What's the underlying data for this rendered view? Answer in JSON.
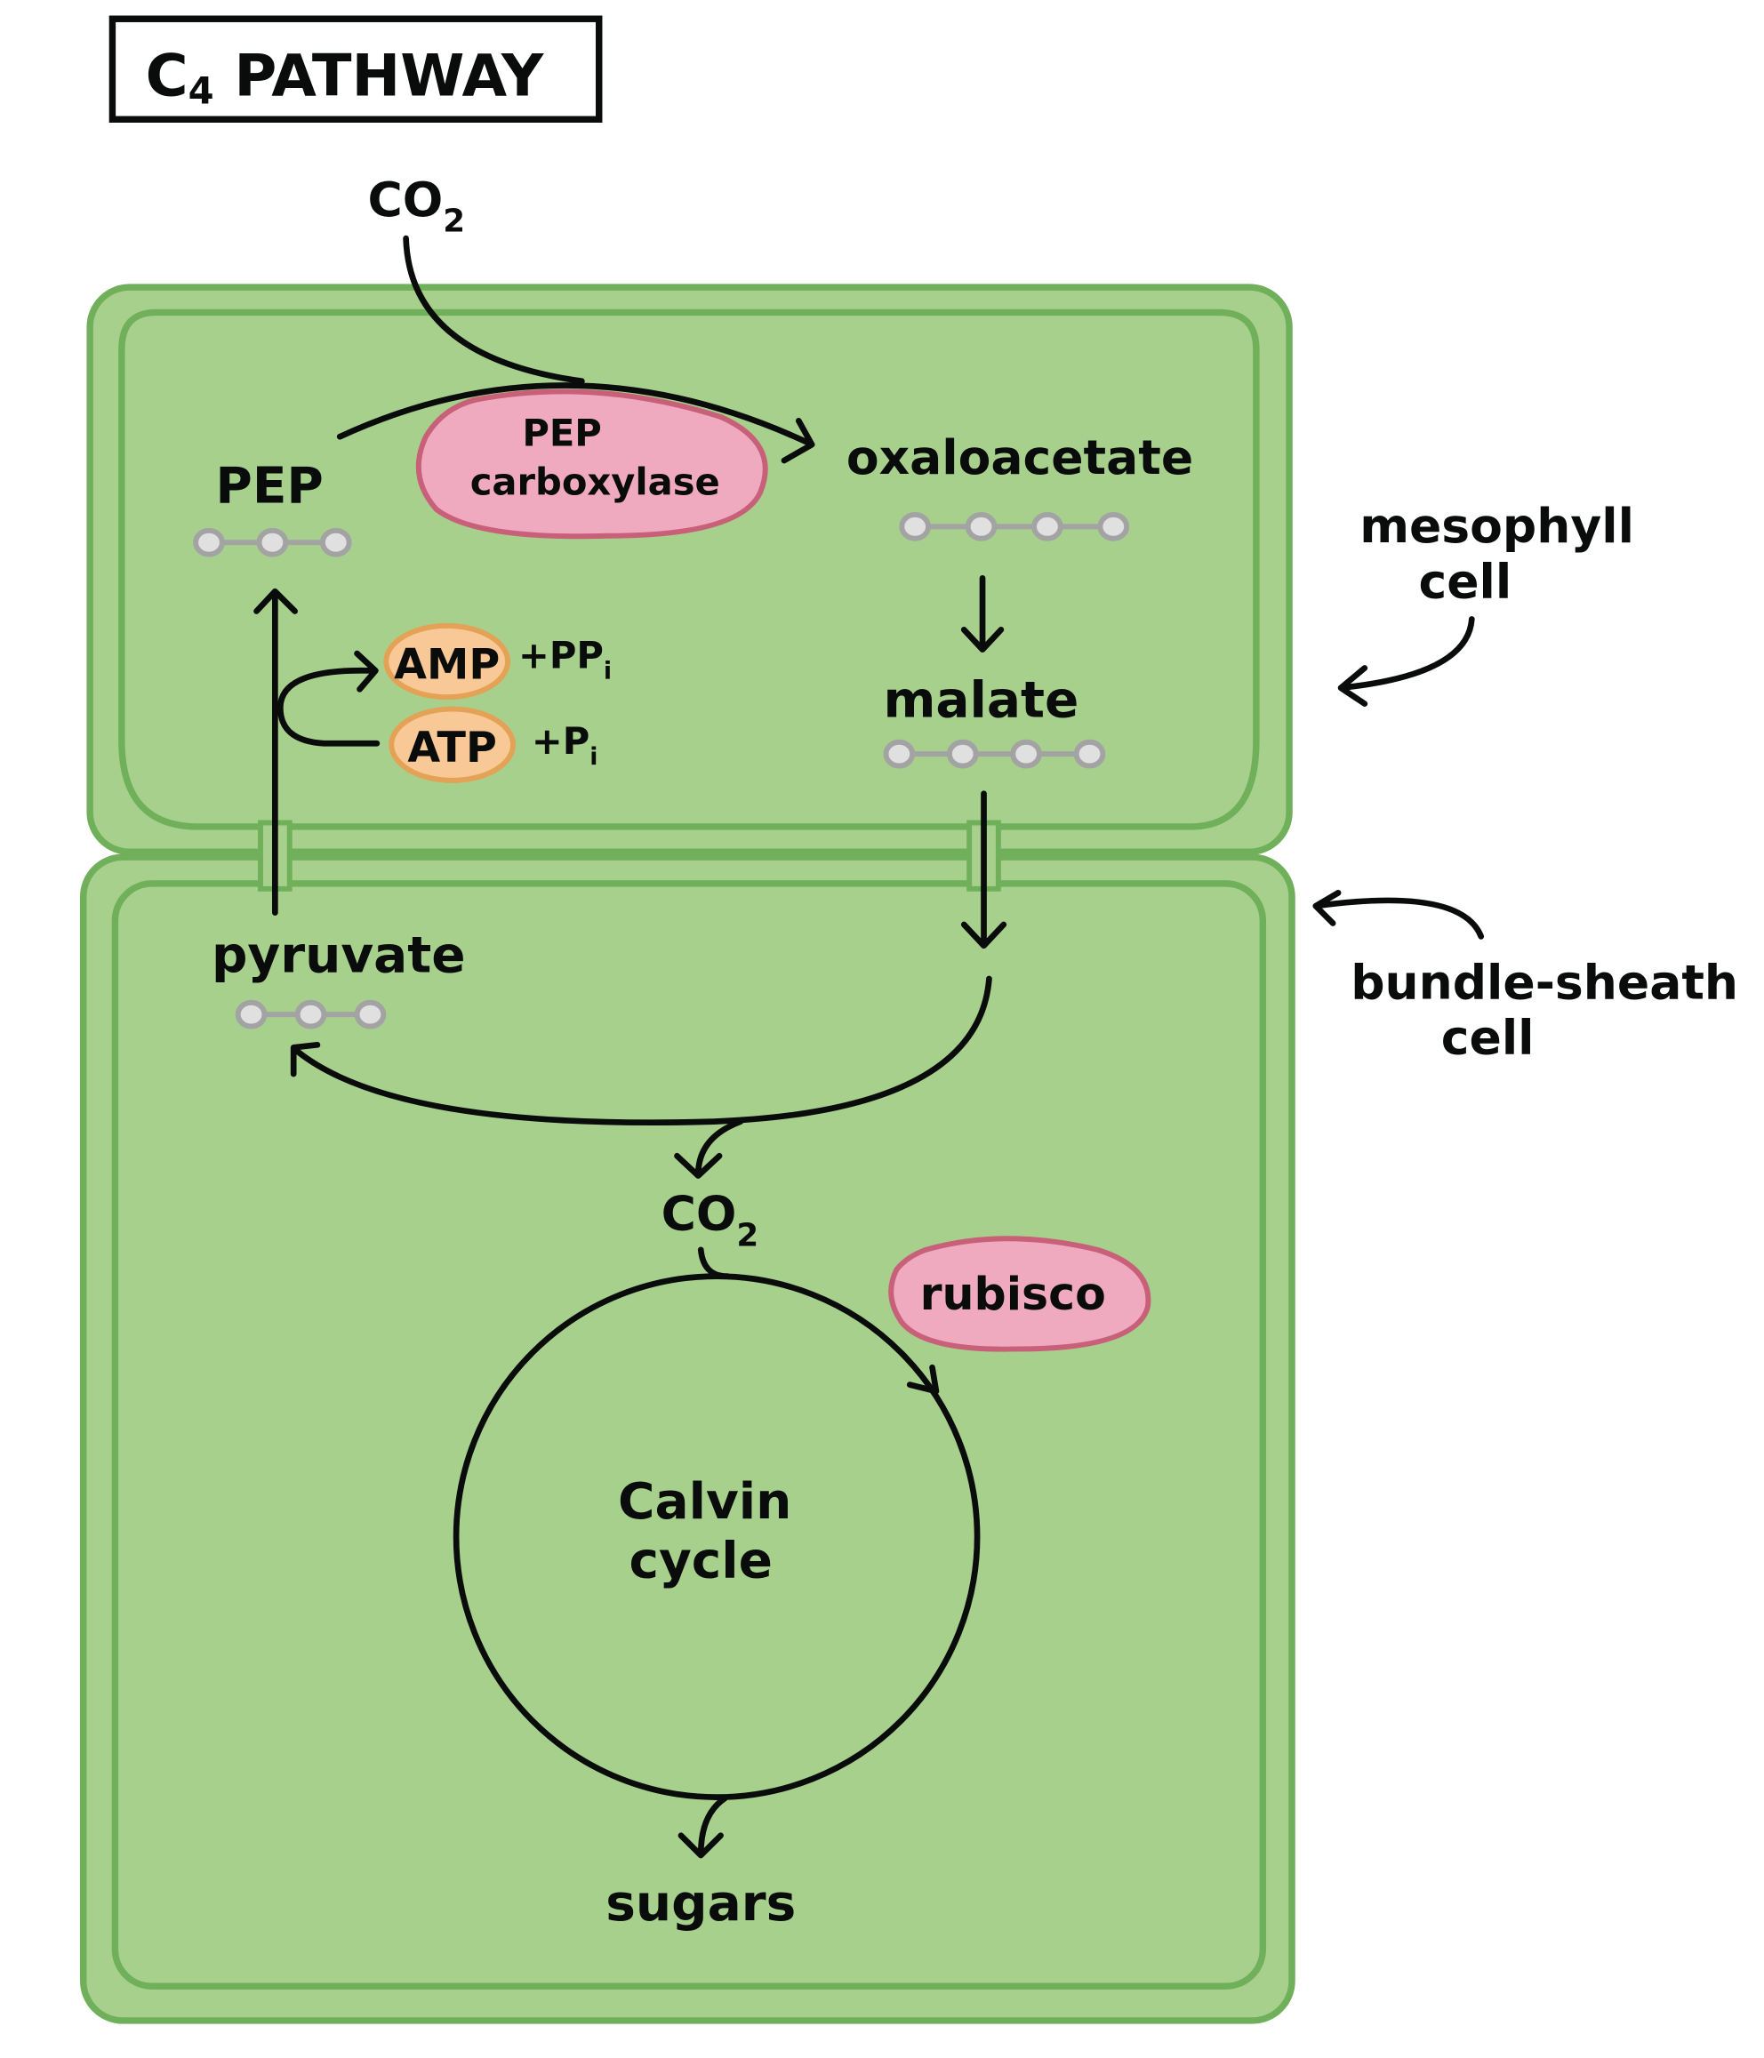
{
  "title": {
    "main": "C",
    "sub": "4",
    "rest": " PATHWAY"
  },
  "colors": {
    "cell_fill": "#a8d08d",
    "cell_border": "#71b05b",
    "enzyme_fill": "#efaabf",
    "enzyme_border": "#c8607a",
    "energy_fill": "#f8c896",
    "energy_border": "#e3a255",
    "molecule_fill": "#e0e0e0",
    "molecule_border": "#a3a3a3"
  },
  "labels": {
    "co2_top": {
      "main": "CO",
      "sub": "2"
    },
    "co2_bottom": {
      "main": "CO",
      "sub": "2"
    },
    "pep": "PEP",
    "pep_carboxylase_line1": "PEP",
    "pep_carboxylase_line2": "carboxylase",
    "oxaloacetate": "oxaloacetate",
    "malate": "malate",
    "amp": "AMP",
    "amp_products": {
      "main": "+PP",
      "sub": "i"
    },
    "atp": "ATP",
    "atp_products": {
      "main": "+P",
      "sub": "i"
    },
    "pyruvate": "pyruvate",
    "rubisco": "rubisco",
    "calvin_line1": "Calvin",
    "calvin_line2": "cycle",
    "sugars": "sugars",
    "mesophyll_line1": "mesophyll",
    "mesophyll_line2": "cell",
    "bundle_line1": "bundle-sheath",
    "bundle_line2": "cell"
  },
  "molecules": {
    "pep_carbons": 3,
    "oxaloacetate_carbons": 4,
    "malate_carbons": 4,
    "pyruvate_carbons": 3
  }
}
